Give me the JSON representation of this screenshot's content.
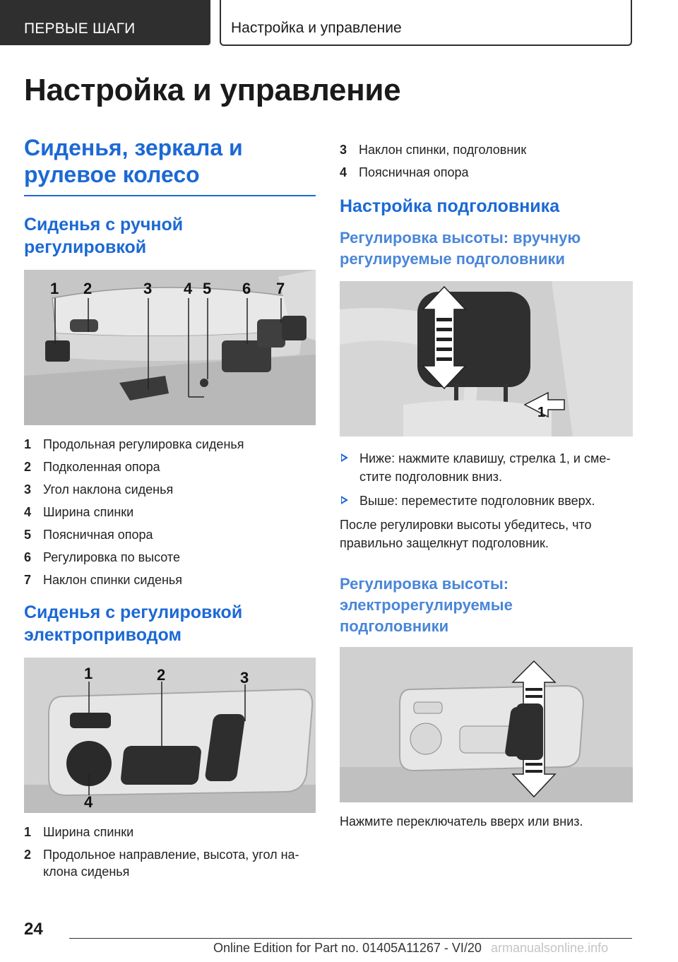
{
  "header": {
    "section_tab": "ПЕРВЫЕ ШАГИ",
    "chapter_tab": "Настройка и управление"
  },
  "page_title": "Настройка и управление",
  "left": {
    "section_title_line1": "Сиденья, зеркала и",
    "section_title_line2": "рулевое колесо",
    "manual_seats": {
      "title_line1": "Сиденья с ручной",
      "title_line2": "регулировкой",
      "figure_numbers": [
        "1",
        "2",
        "3",
        "4",
        "5",
        "6",
        "7"
      ],
      "legend": [
        {
          "num": "1",
          "text": "Продольная регулировка сиденья"
        },
        {
          "num": "2",
          "text": "Подколенная опора"
        },
        {
          "num": "3",
          "text": "Угол наклона сиденья"
        },
        {
          "num": "4",
          "text": "Ширина спинки"
        },
        {
          "num": "5",
          "text": "Поясничная опора"
        },
        {
          "num": "6",
          "text": "Регулировка по высоте"
        },
        {
          "num": "7",
          "text": "Наклон спинки сиденья"
        }
      ]
    },
    "electric_seats": {
      "title_line1": "Сиденья с регулировкой",
      "title_line2": "электроприводом",
      "figure_numbers": [
        "1",
        "2",
        "3",
        "4"
      ],
      "legend": [
        {
          "num": "1",
          "text": "Ширина спинки"
        },
        {
          "num": "2",
          "text": "Продольное направление, высота, угол на-клона сиденья"
        }
      ]
    }
  },
  "right": {
    "legend_cont": [
      {
        "num": "3",
        "text": "Наклон спинки, подголовник"
      },
      {
        "num": "4",
        "text": "Поясничная опора"
      }
    ],
    "headrest_title": "Настройка подголовника",
    "manual_height": {
      "title_line1": "Регулировка высоты: вручную",
      "title_line2": "регулируемые подголовники",
      "figure_number": "1",
      "bullets": [
        "Ниже: нажмите клавишу, стрелка 1, и сме-стите подголовник вниз.",
        "Выше: переместите подголовник вверх."
      ],
      "note": "После регулировки высоты убедитесь, что правильно защелкнут подголовник."
    },
    "electric_height": {
      "title_line1": "Регулировка высоты:",
      "title_line2": "электрорегулируемые",
      "title_line3": "подголовники",
      "caption": "Нажмите переключатель вверх или вниз."
    }
  },
  "footer": {
    "page_number": "24",
    "edition": "Online Edition for Part no. 01405A11267 - VI/20",
    "watermark": "armanualsonline.info"
  }
}
